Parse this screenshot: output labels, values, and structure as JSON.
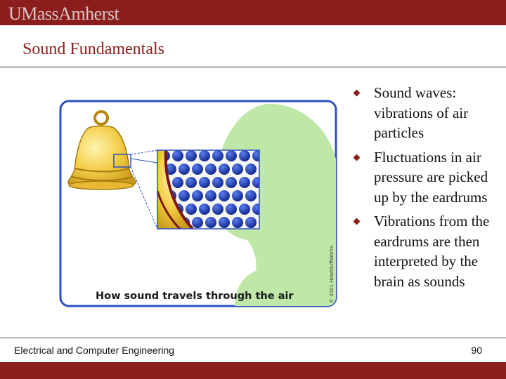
{
  "header": {
    "logo": "UMassAmherst"
  },
  "slide": {
    "title": "Sound Fundamentals",
    "figure": {
      "caption": "How sound travels through the air",
      "credit": "© 2001 HowStuffWorks"
    },
    "bullets": [
      "Sound waves: vibrations of air particles",
      "Fluctuations in air pressure are picked up by the eardrums",
      "Vibrations from the eardrums are then interpreted by the brain as sounds"
    ]
  },
  "footer": {
    "department": "Electrical and Computer Engineering",
    "page_number": "90"
  },
  "colors": {
    "brand": "#8b1d1d",
    "bell": "#f2cc44",
    "head": "#bfe8a8",
    "particles": "#1e3db0"
  }
}
